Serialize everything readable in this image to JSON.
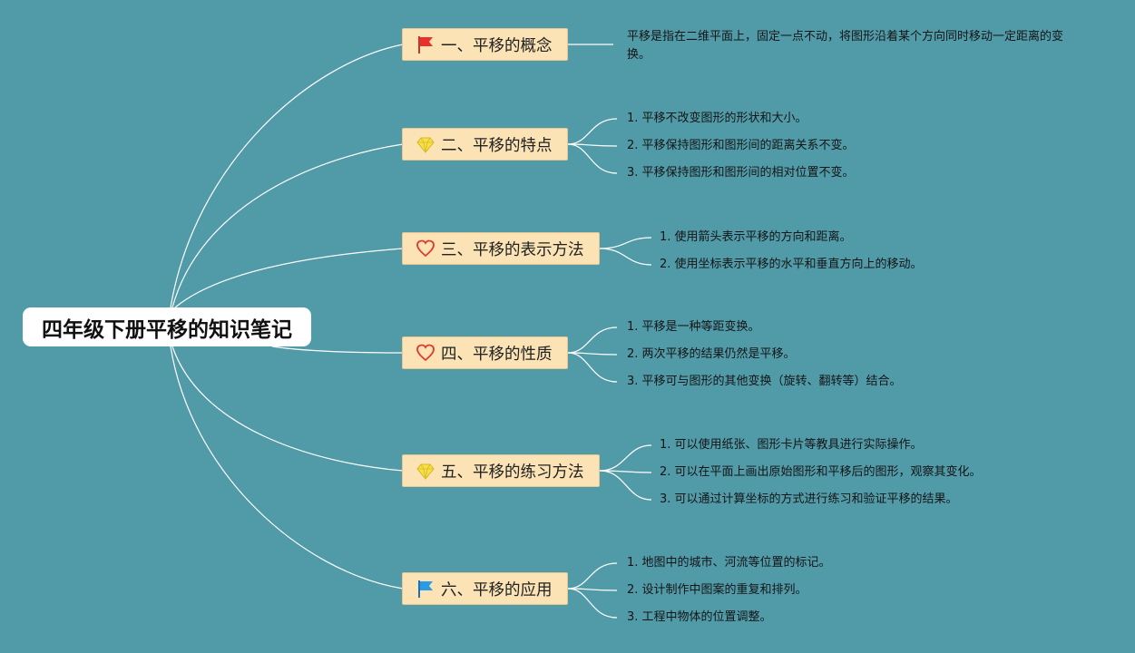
{
  "root": {
    "title": "四年级下册平移的知识笔记"
  },
  "branches": [
    {
      "id": "b1",
      "icon": "red-flag-icon",
      "label": "一、平移的概念",
      "items": [
        "平移是指在二维平面上，固定一点不动，将图形沿着某个方向同时移动一定距离的变换。"
      ]
    },
    {
      "id": "b2",
      "icon": "yellow-diamond-icon",
      "label": "二、平移的特点",
      "items": [
        "1. 平移不改变图形的形状和大小。",
        "2. 平移保持图形和图形间的距离关系不变。",
        "3. 平移保持图形和图形间的相对位置不变。"
      ]
    },
    {
      "id": "b3",
      "icon": "red-heart-icon",
      "label": "三、平移的表示方法",
      "items": [
        "1. 使用箭头表示平移的方向和距离。",
        "2. 使用坐标表示平移的水平和垂直方向上的移动。"
      ]
    },
    {
      "id": "b4",
      "icon": "red-heart-icon",
      "label": "四、平移的性质",
      "items": [
        "1. 平移是一种等距变换。",
        "2. 两次平移的结果仍然是平移。",
        "3. 平移可与图形的其他变换（旋转、翻转等）结合。"
      ]
    },
    {
      "id": "b5",
      "icon": "yellow-diamond-icon",
      "label": "五、平移的练习方法",
      "items": [
        "1. 可以使用纸张、图形卡片等教具进行实际操作。",
        "2. 可以在平面上画出原始图形和平移后的图形，观察其变化。",
        "3. 可以通过计算坐标的方式进行练习和验证平移的结果。"
      ]
    },
    {
      "id": "b6",
      "icon": "blue-flag-icon",
      "label": "六、平移的应用",
      "items": [
        "1. 地图中的城市、河流等位置的标记。",
        "2. 设计制作中图案的重复和排列。",
        "3. 工程中物体的位置调整。"
      ]
    }
  ],
  "colors": {
    "background": "#519aa8",
    "branch_fill": "#fbe3b6",
    "line": "#ffffff"
  }
}
